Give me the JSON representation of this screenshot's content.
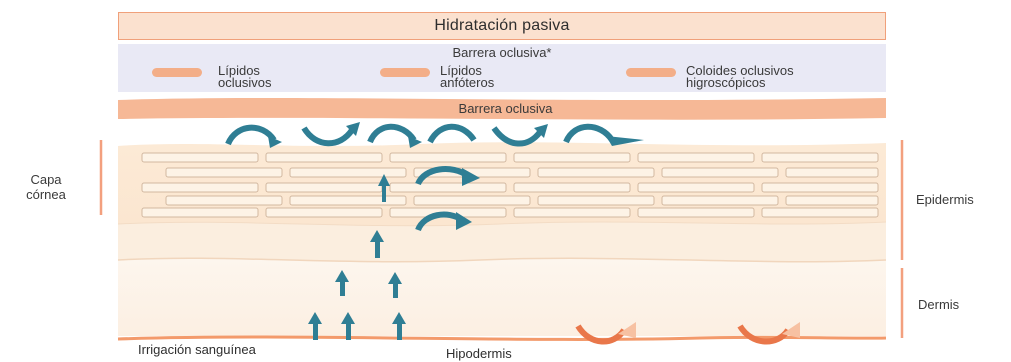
{
  "title": "Hidratación pasiva",
  "occlusive_panel": {
    "title": "Barrera oclusiva*",
    "legend": [
      {
        "line1": "Lípidos",
        "line2": "oclusivos"
      },
      {
        "line1": "Lípidos",
        "line2": "anfóteros"
      },
      {
        "line1": "Coloides oclusivos",
        "line2": "higroscópicos"
      }
    ]
  },
  "barrier_label": "Barrera oclusiva",
  "labels": {
    "stratum_corneum_1": "Capa",
    "stratum_corneum_2": "córnea",
    "epidermis": "Epidermis",
    "dermis": "Dermis",
    "blood_supply": "Irrigación sanguínea",
    "hypodermis": "Hipodermis"
  },
  "colors": {
    "title_fill": "#fbe1cf",
    "title_border": "#f0a07a",
    "panel": "#e9e9f5",
    "barrier": "#f6b896",
    "skin": "#fcebd8",
    "dermis": "#fdf3e9",
    "brick": "#fdf3e6",
    "brick_shadow": "#d2b8a0",
    "water_arrow": "#2f7e94",
    "evap_arrow_dark": "#e9774a",
    "evap_arrow_light": "#f7c1a2",
    "hypodermis_line": "#f39a6b"
  },
  "icons": {
    "water_arrow": "curved-arrow-icon",
    "up_arrow": "up-arrow-icon",
    "evaporation": "evaporation-arrow-icon"
  }
}
